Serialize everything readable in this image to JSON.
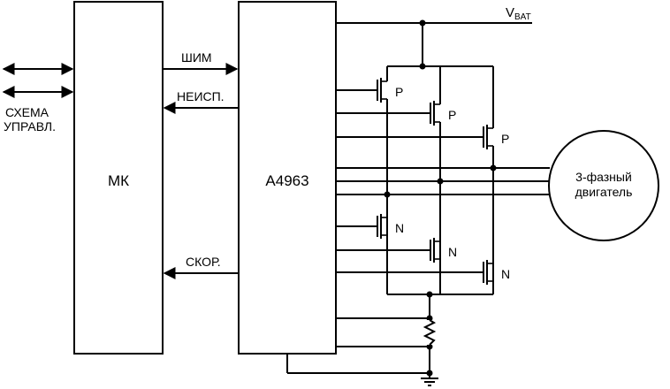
{
  "blocks": {
    "mcu": "МК",
    "driver": "A4963",
    "motor_line1": "3-фазный",
    "motor_line2": "двигатель"
  },
  "signals": {
    "pwm": "ШИМ",
    "unused": "НЕИСП.",
    "speed": "СКОР."
  },
  "control": {
    "line1": "СХЕМА",
    "line2": "УПРАВЛ."
  },
  "supply": {
    "main": "V",
    "sub": "BAT"
  },
  "transistors": {
    "p_label": "P",
    "n_label": "N"
  }
}
